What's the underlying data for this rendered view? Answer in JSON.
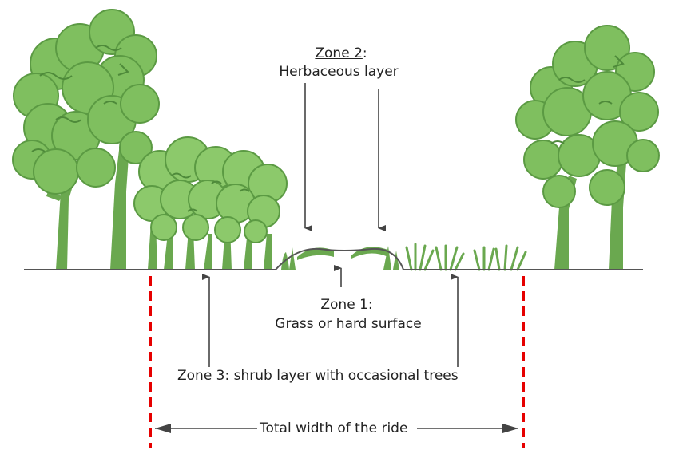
{
  "zones": {
    "zone2": {
      "name": "Zone 2",
      "desc": "Herbaceous layer"
    },
    "zone1": {
      "name": "Zone 1",
      "desc": "Grass or hard surface"
    },
    "zone3": {
      "name": "Zone 3",
      "desc": ": shrub layer with occasional trees"
    }
  },
  "punct": {
    "colon": ":"
  },
  "total_width": {
    "label": "Total width of the ride"
  },
  "colors": {
    "vegetation": "#6aa84f",
    "vegetation_dark": "#4e8a3a",
    "ground": "#555555",
    "arrow": "#444444",
    "boundary": "#e60000",
    "text": "#222222"
  }
}
